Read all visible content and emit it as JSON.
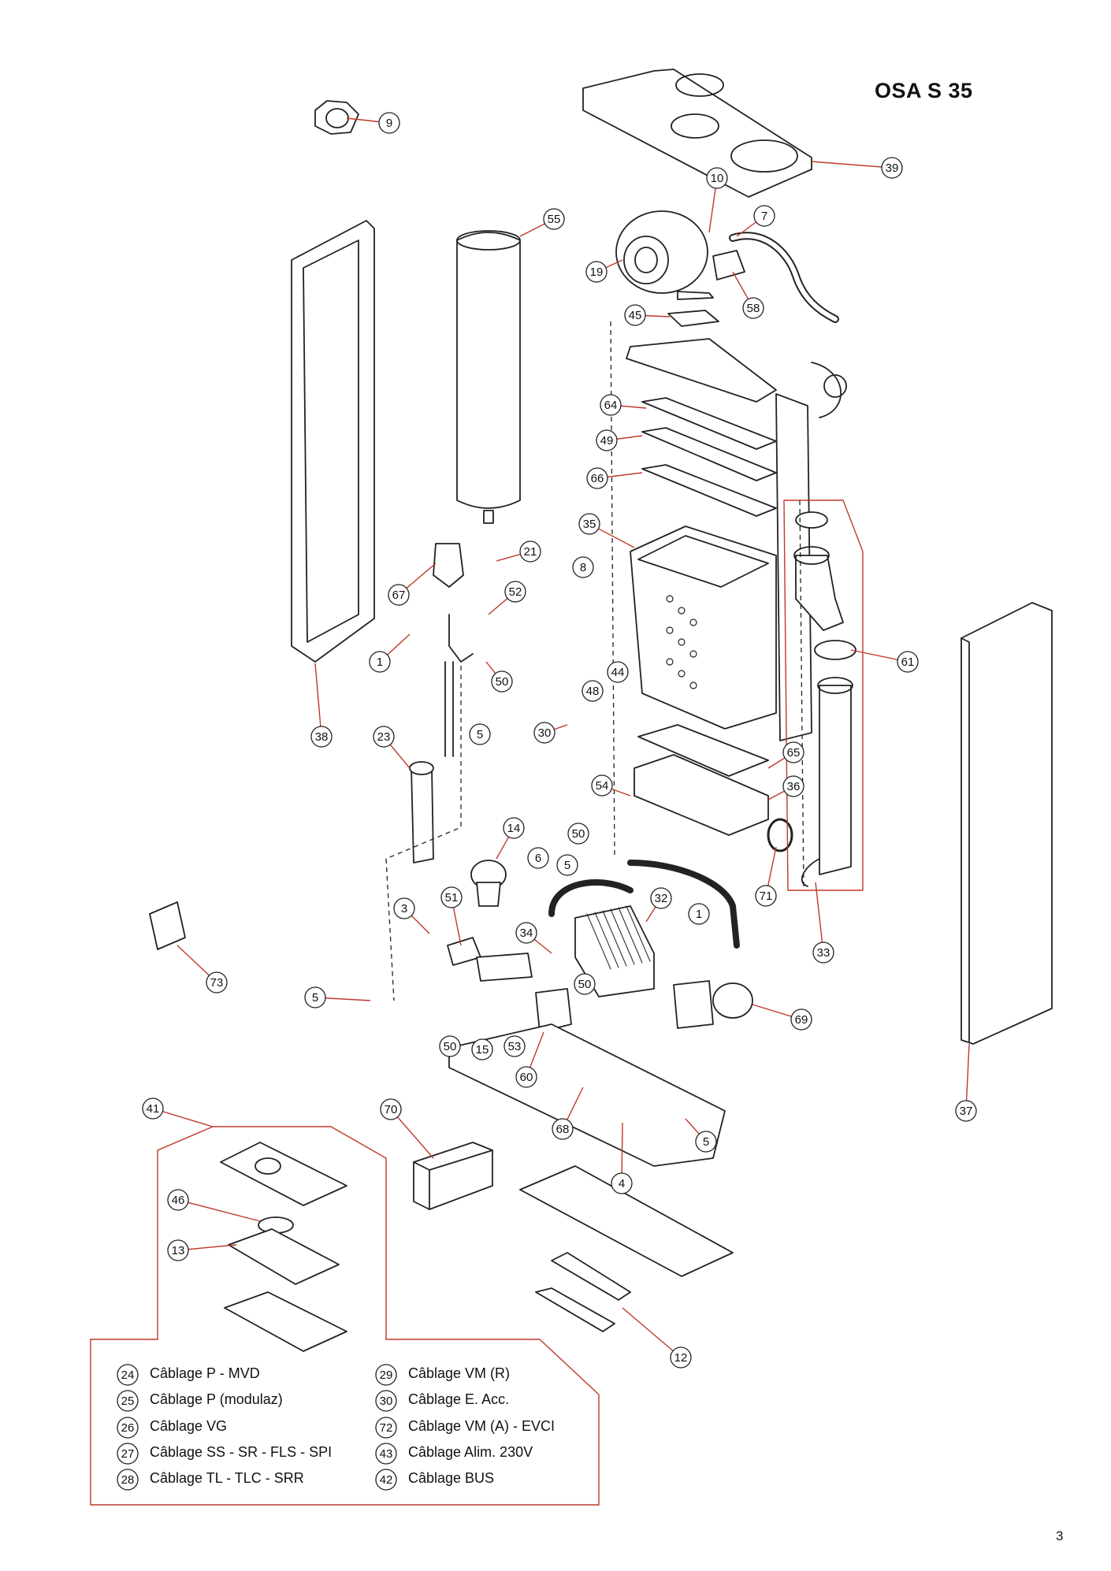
{
  "title": "OSA S 35",
  "page_number": "3",
  "colors": {
    "leader_line": "#c0392b",
    "drawing_line": "#222222",
    "group_outline": "#c0392b"
  },
  "callouts": [
    "9",
    "39",
    "10",
    "7",
    "55",
    "19",
    "58",
    "45",
    "64",
    "49",
    "66",
    "35",
    "21",
    "8",
    "52",
    "67",
    "61",
    "1",
    "50",
    "44",
    "48",
    "38",
    "23",
    "5",
    "30",
    "65",
    "36",
    "54",
    "50",
    "14",
    "6",
    "5",
    "51",
    "32",
    "1",
    "3",
    "34",
    "71",
    "33",
    "73",
    "5",
    "50",
    "69",
    "50",
    "15",
    "53",
    "60",
    "41",
    "70",
    "68",
    "5",
    "37",
    "46",
    "4",
    "13",
    "12"
  ],
  "legend": {
    "left": [
      {
        "num": "24",
        "label": "Câblage P - MVD"
      },
      {
        "num": "25",
        "label": "Câblage P (modulaz)"
      },
      {
        "num": "26",
        "label": "Câblage VG"
      },
      {
        "num": "27",
        "label": "Câblage SS - SR - FLS - SPI"
      },
      {
        "num": "28",
        "label": "Câblage TL - TLC - SRR"
      }
    ],
    "right": [
      {
        "num": "29",
        "label": "Câblage VM (R)"
      },
      {
        "num": "30",
        "label": "Câblage E. Acc."
      },
      {
        "num": "72",
        "label": "Câblage VM (A) - EVCI"
      },
      {
        "num": "43",
        "label": "Câblage Alim. 230V"
      },
      {
        "num": "42",
        "label": "Câblage BUS"
      }
    ]
  }
}
